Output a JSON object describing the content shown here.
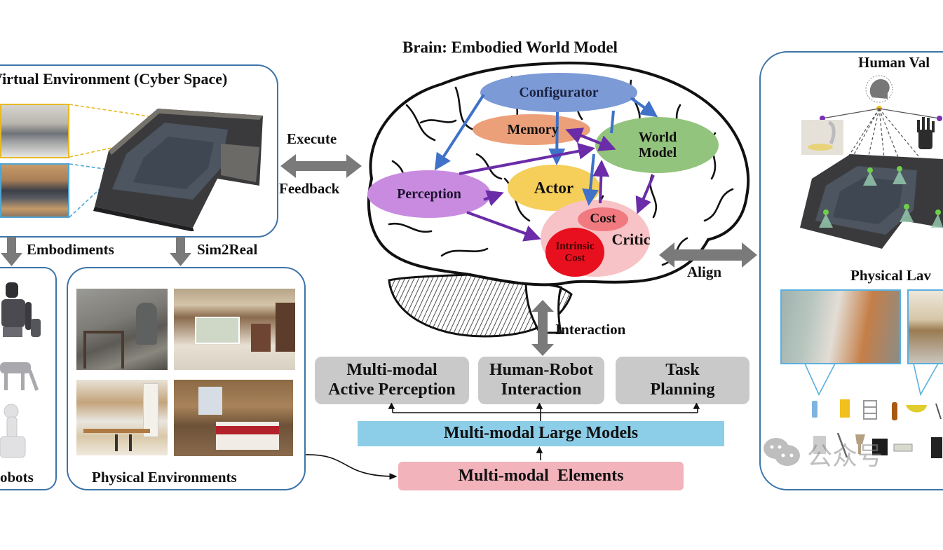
{
  "left_panel": {
    "title": "Virtual Environment (Cyber Space)",
    "embodiments_label": "Embodiments",
    "sim2real_label": "Sim2Real",
    "robots_label": "Robots",
    "robots_label_visible": "obots",
    "physical_environments_label": "Physical Environments",
    "images": [
      "office-render-1",
      "office-render-2",
      "3d-floorplan",
      "humanoid-robot",
      "quadruped-robot",
      "robot-arm",
      "elderly-care-room",
      "retail-store",
      "cafe-interior",
      "hotel-bedroom"
    ]
  },
  "connectors": {
    "execute_label": "Execute",
    "feedback_label": "Feedback",
    "align_label": "Align",
    "interaction_label": "Interaction"
  },
  "brain": {
    "title": "Brain: Embodied World Model",
    "modules": {
      "configurator": "Configurator",
      "memory": "Memory",
      "world_model_line1": "World",
      "world_model_line2": "Model",
      "perception": "Perception",
      "actor": "Actor",
      "critic": "Critic",
      "cost": "Cost",
      "intrinsic_cost_line1": "Intrinsic",
      "intrinsic_cost_line2": "Cost"
    },
    "colors": {
      "configurator": "#7b9ad6",
      "memory": "#eca07a",
      "world_model": "#93c47d",
      "perception": "#c98be0",
      "actor": "#f6cf5a",
      "critic": "#f8c3c6",
      "cost": "#f07a80",
      "intrinsic_cost": "#e8101e",
      "blue_arrow": "#3f72c8",
      "purple_arrow": "#6a2ca8"
    }
  },
  "capabilities": {
    "active_perception_line1": "Multi-modal",
    "active_perception_line2": "Active Perception",
    "hri_line1": "Human-Robot",
    "hri_line2": "Interaction",
    "task_planning_line1": "Task",
    "task_planning_line2": "Planning",
    "large_models": "Multi-modal Large Models",
    "elements": "Multi-modal  Elements",
    "colors": {
      "gray_box": "#c9c9c9",
      "large_models": "#8ccde8",
      "elements": "#f2b3bb"
    }
  },
  "right_panel": {
    "human_values_label": "Human Values",
    "human_values_visible": "Human Val",
    "physical_laws_label": "Physical Laws",
    "physical_laws_visible": "Physical Lav",
    "images": [
      "value-head-icon",
      "robot-arm-plate",
      "robot-hand",
      "3d-floorplan-agents",
      "warehouse-shelves",
      "living-room"
    ],
    "object_icons": [
      "bottle-icon",
      "cereal-box-icon",
      "rack-icon",
      "oil-bottle-icon",
      "bowl-icon",
      "tool-icon",
      "socket-icon",
      "ladle-icon",
      "goblet-icon",
      "coffee-machine-icon",
      "power-strip-icon",
      "device-icon"
    ]
  },
  "watermark": {
    "text": "公众号"
  }
}
